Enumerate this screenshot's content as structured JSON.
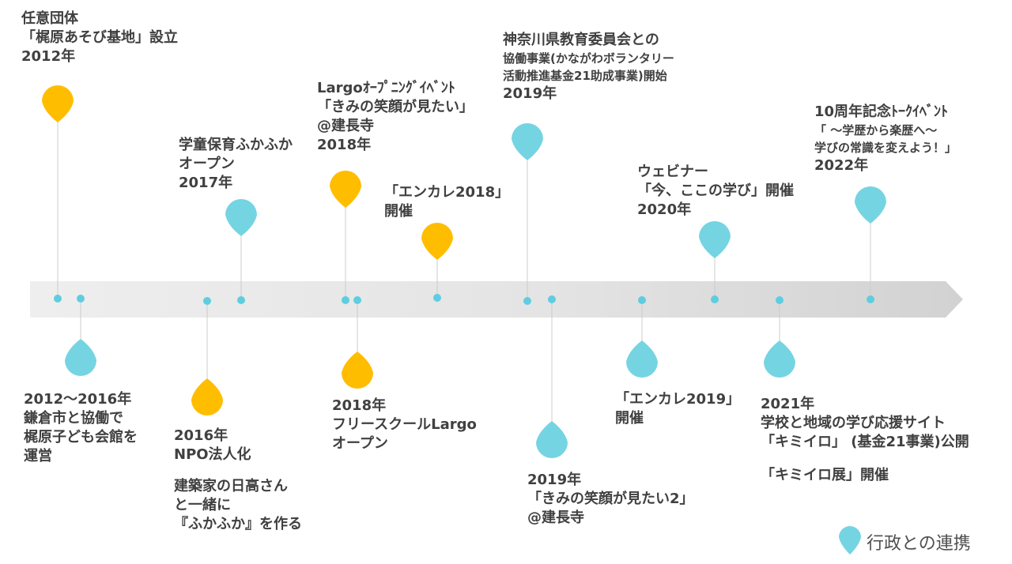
{
  "colors": {
    "yellow": "#ffbd00",
    "blue": "#75d4e2",
    "dot": "#5fcde0",
    "stem": "#cccccc",
    "bar_light": "#eeeeee",
    "bar_dark": "#d2d2d2"
  },
  "events": {
    "e2012": [
      "任意団体",
      "「梶原あそび基地」設立",
      "2012年"
    ],
    "e2012b": [
      "2012～2016年",
      "鎌倉市と協働で",
      "梶原子ども会館を",
      "運営"
    ],
    "e2016": [
      "2016年",
      "NPO法人化"
    ],
    "e2016b": [
      "建築家の日高さん",
      "と一緒に",
      "『ふかふか』を作る"
    ],
    "e2017": [
      "学童保育ふかふか",
      "オープン",
      "2017年"
    ],
    "e2018a": [
      "Largoｵｰﾌﾟﾆﾝｸﾞｲﾍﾞﾝﾄ",
      "「きみの笑顔が見たい」",
      "@建長寺",
      "2018年"
    ],
    "e2018b": [
      "2018年",
      "フリースクールLargo",
      "オープン"
    ],
    "e2018c": [
      "「エンカレ2018」",
      "開催"
    ],
    "e2019a": [
      "神奈川県教育委員会との",
      "協働事業(かながわボランタリー",
      "活動推進基金21助成事業)開始",
      "2019年"
    ],
    "e2019b": [
      "2019年",
      "「きみの笑顔が見たい2」",
      "@建長寺"
    ],
    "e2019c": [
      "「エンカレ2019」",
      "開催"
    ],
    "e2020": [
      "ウェビナー",
      "「今、ここの学び」開催",
      "2020年"
    ],
    "e2021": [
      "2021年",
      "学校と地域の学び応援サイト",
      "「キミイロ」 (基金21事業)公開"
    ],
    "e2021b": [
      "「キミイロ展」開催"
    ],
    "e2022": [
      "10周年記念ﾄｰｸｲﾍﾞﾝﾄ",
      "「 ～学歴から楽歴へ～",
      "学びの常識を変えよう！」",
      "2022年"
    ]
  },
  "legend": {
    "label": "行政との連携",
    "icon": "blue-drop-icon"
  }
}
